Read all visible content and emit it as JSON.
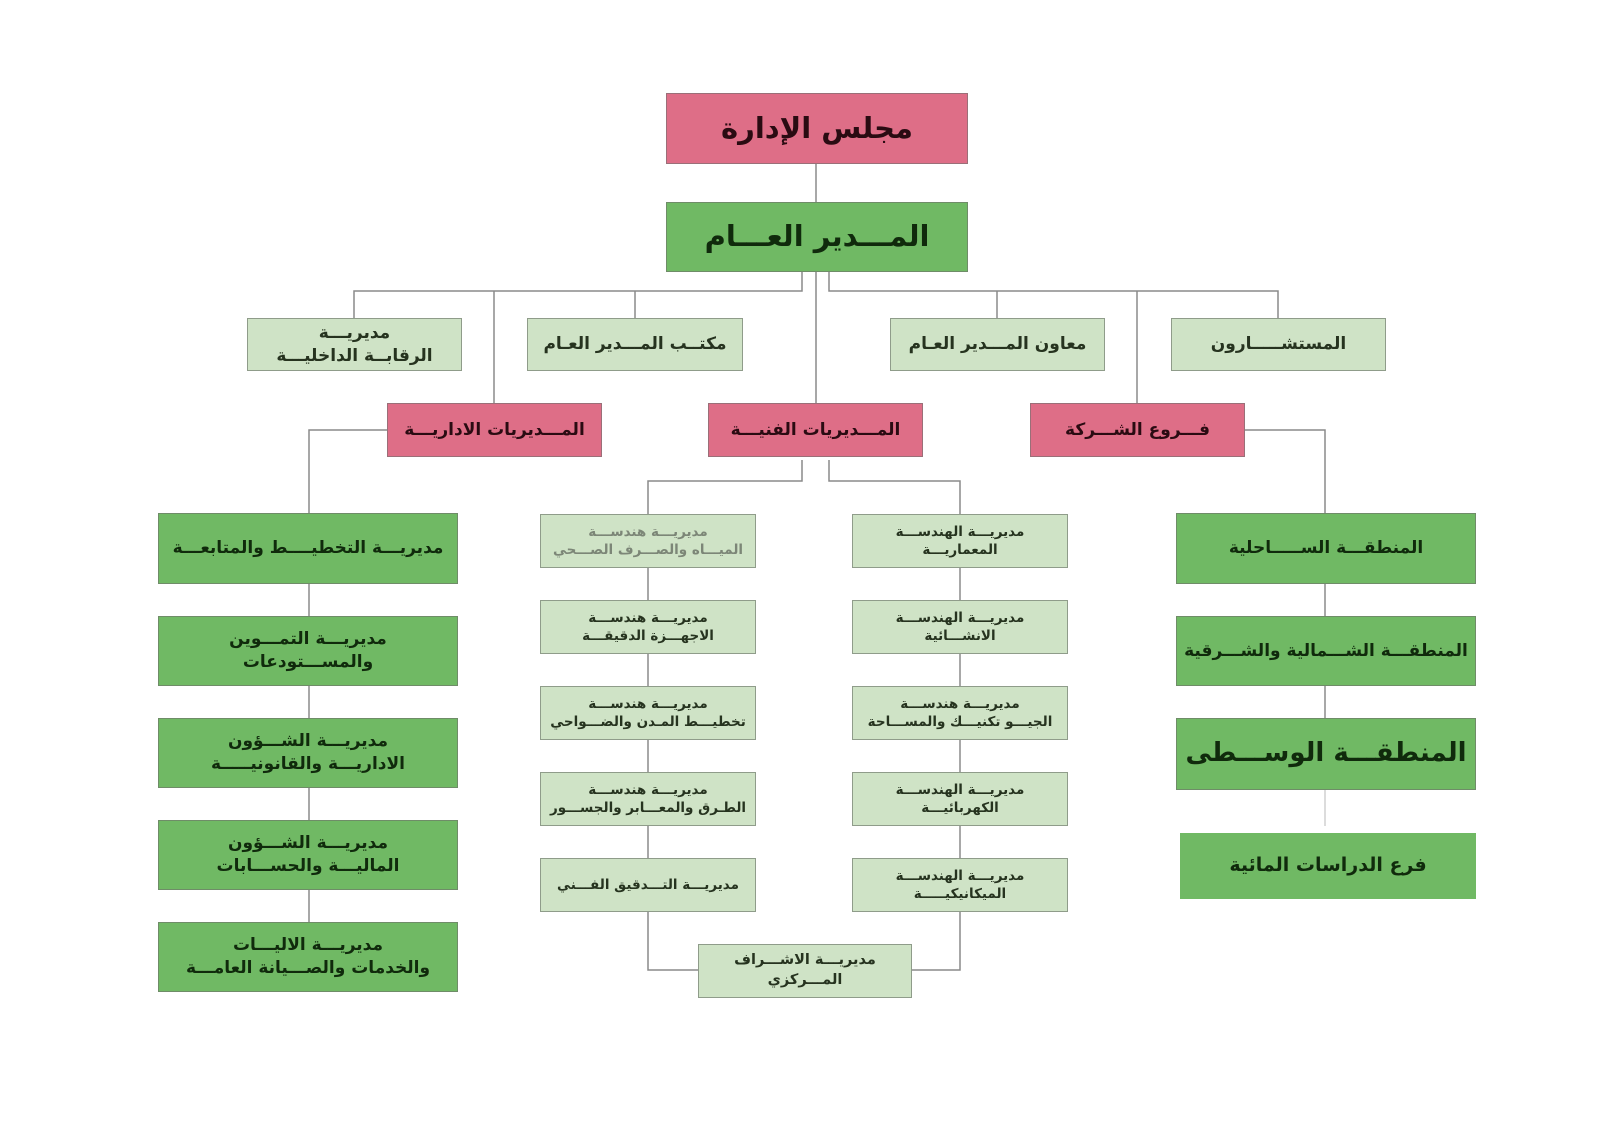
{
  "colors": {
    "pink": "#de6e87",
    "green": "#70b964",
    "light_green": "#cfe3c6",
    "line": "#8a8a8a"
  },
  "top": {
    "board": "مجلس الإدارة",
    "general_manager": "المـــدير العـــام"
  },
  "staff": {
    "internal_control": "مديريـــة\nالرقابــة الداخليـــة",
    "gm_office": "مكتــب المـــدير العـام",
    "deputy_gm": "معاون المـــدير العـام",
    "advisors": "المستشـــــارون"
  },
  "groups": {
    "admin": "المـــديريات الاداريـــة",
    "technical": "المـــديريات الفنيـــة",
    "branches": "فـــروع الشـــركة"
  },
  "admin_items": [
    "مديريـــة التخطيــــط والمتابعـــة",
    "مديريـــة التمـــوين والمســـتودعات",
    "مديريـــة الشـــؤون\nالاداريـــة والقانونيـــــة",
    "مديريـــة الشـــؤون\nالماليـــة والحســـابات",
    "مديريـــة الاليـــات\nوالخدمات والصـــيانة العامـــة"
  ],
  "tech_left": [
    "مديريـــة هندســـة\nالميـــاه والصـــرف الصـــحي",
    "مديريـــة هندســـة\nالاجهـــزة الدقيقـــة",
    "مديريـــة هندســـة\nتخطيـــط المـدن والضـــواحي",
    "مديريـــة هندســـة\nالطـرق والمعـــابر والجســـور",
    "مديريـــة التـــدقيق الفـــني"
  ],
  "tech_right": [
    "مديريـــة الهندســـة المعماريـــة",
    "مديريـــة الهندســـة الانشـــائية",
    "مديريـــة هندســـة\nالجيـــو تكنيـــك والمســـاحة",
    "مديريـــة الهندســـة الكهربائيـــة",
    "مديريـــة الهندســـة\nالميكانيكيـــــة"
  ],
  "central_supervision": "مديريـــة الاشـــراف المـــركزي",
  "branch_items": [
    "المنطقـــة الســـــاحلية",
    "المنطقـــة الشـــمالية والشـــرقية",
    "المنطقـــة الوســـطى",
    "فرع الدراسات المائية"
  ]
}
